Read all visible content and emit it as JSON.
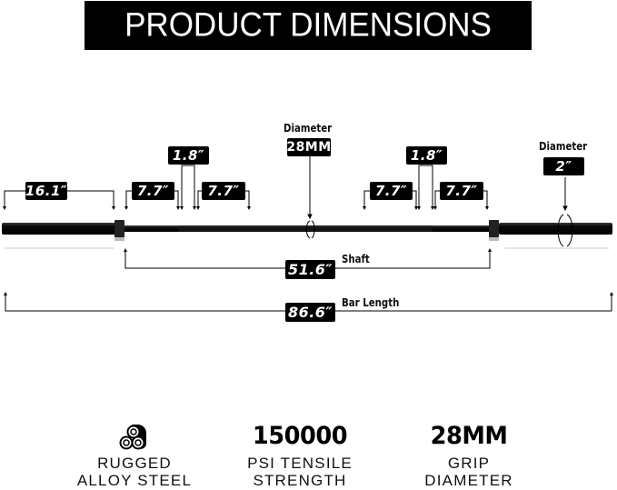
{
  "header": {
    "title": "PRODUCT DIMENSIONS"
  },
  "diagram": {
    "left_sleeve": {
      "length": "16.1″"
    },
    "left_knurl": {
      "outer": "7.7″",
      "center_gap": "1.8″",
      "inner": "7.7″"
    },
    "right_knurl": {
      "inner": "7.7″",
      "center_gap": "1.8″",
      "outer": "7.7″"
    },
    "shaft_diameter": {
      "label": "Diameter",
      "value": "28MM"
    },
    "sleeve_diameter": {
      "label": "Diameter",
      "value": "2″"
    },
    "shaft": {
      "label": "Shaft",
      "value": "51.6″"
    },
    "bar_length": {
      "label": "Bar Length",
      "value": "86.6″"
    },
    "colors": {
      "bar": "#0a0a0a",
      "collar": "#222222",
      "line": "#000000"
    }
  },
  "features": [
    {
      "icon": "steel-rods-icon",
      "title": "",
      "line1": "RUGGED",
      "line2": "ALLOY STEEL"
    },
    {
      "icon": "",
      "title": "150000",
      "line1": "PSI TENSILE",
      "line2": "STRENGTH"
    },
    {
      "icon": "",
      "title": "28MM",
      "line1": "GRIP",
      "line2": "DIAMETER"
    }
  ]
}
